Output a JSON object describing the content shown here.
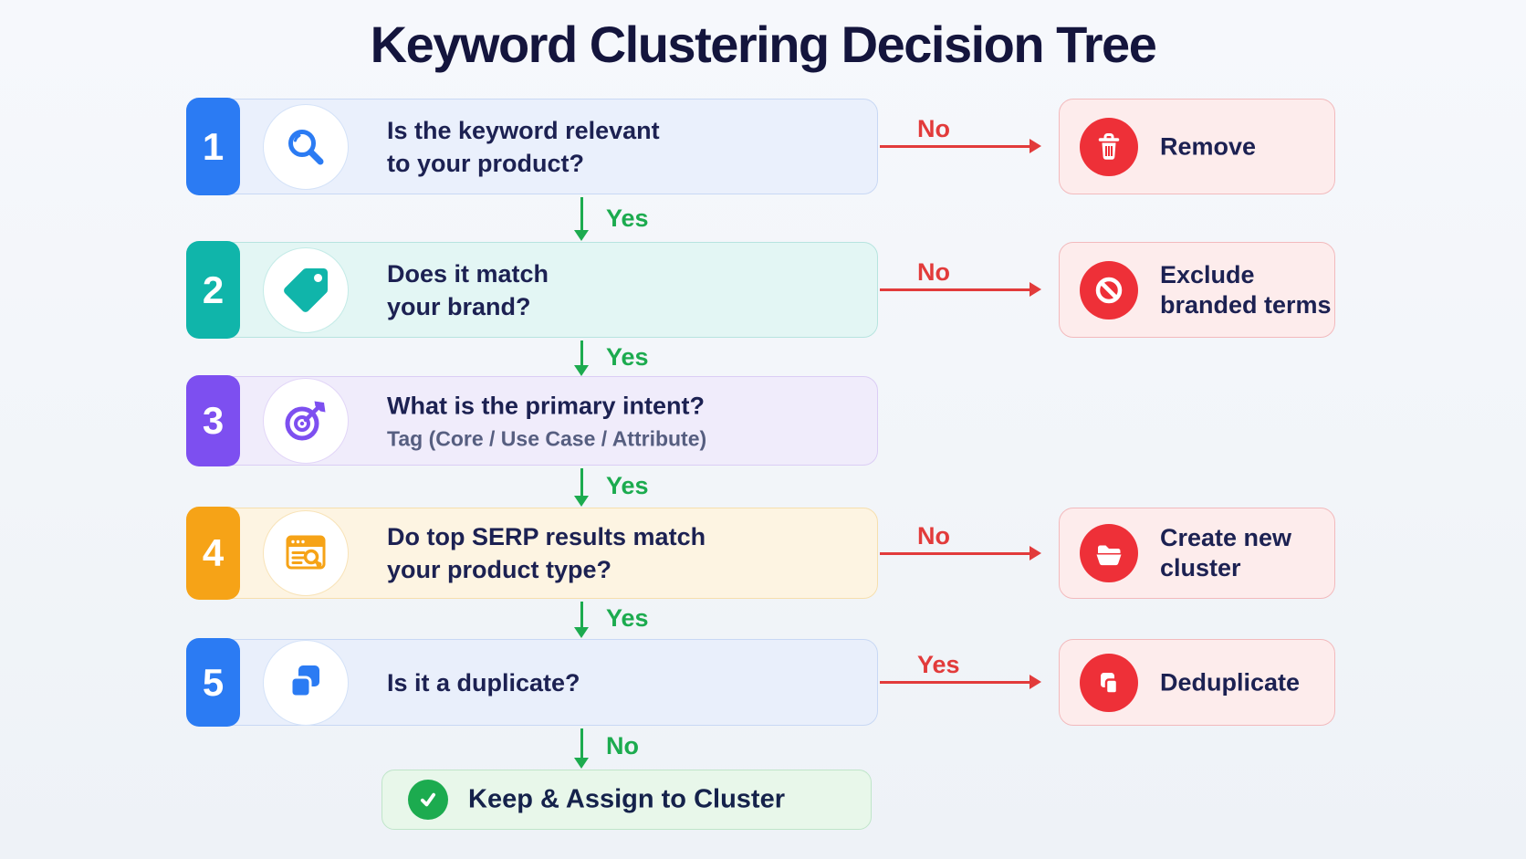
{
  "title": "Keyword Clustering Decision Tree",
  "steps": [
    {
      "number": "1",
      "icon": "search-icon",
      "question": "Is the keyword relevant\nto your product?",
      "down_label": "Yes",
      "branch_label": "No"
    },
    {
      "number": "2",
      "icon": "tag-icon",
      "question": "Does it match\nyour brand?",
      "down_label": "Yes",
      "branch_label": "No"
    },
    {
      "number": "3",
      "icon": "target-icon",
      "question": "What is the primary intent?",
      "subtitle": "Tag (Core / Use Case / Attribute)",
      "down_label": "Yes"
    },
    {
      "number": "4",
      "icon": "serp-icon",
      "question": "Do top SERP results match\nyour product type?",
      "down_label": "Yes",
      "branch_label": "No"
    },
    {
      "number": "5",
      "icon": "duplicate-icon",
      "question": "Is it a duplicate?",
      "down_label": "No",
      "branch_label": "Yes"
    }
  ],
  "outcomes": [
    {
      "icon": "trash-icon",
      "label": "Remove"
    },
    {
      "icon": "ban-icon",
      "label": "Exclude\nbranded terms"
    },
    {
      "icon": "folder-icon",
      "label": "Create new\ncluster"
    },
    {
      "icon": "copy-icon",
      "label": "Deduplicate"
    }
  ],
  "final_node": {
    "icon": "check-icon",
    "label": "Keep & Assign to Cluster"
  },
  "colors": {
    "step1_accent": "#2b7bf3",
    "step2_accent": "#10b5aa",
    "step3_accent": "#7d4ff0",
    "step4_accent": "#f6a317",
    "step5_accent": "#2b7bf3",
    "outcome_red": "#ee3038",
    "arrow_red": "#e23b3b",
    "arrow_green": "#1cab4f",
    "text_navy": "#1c2152",
    "title_navy": "#14153d"
  }
}
